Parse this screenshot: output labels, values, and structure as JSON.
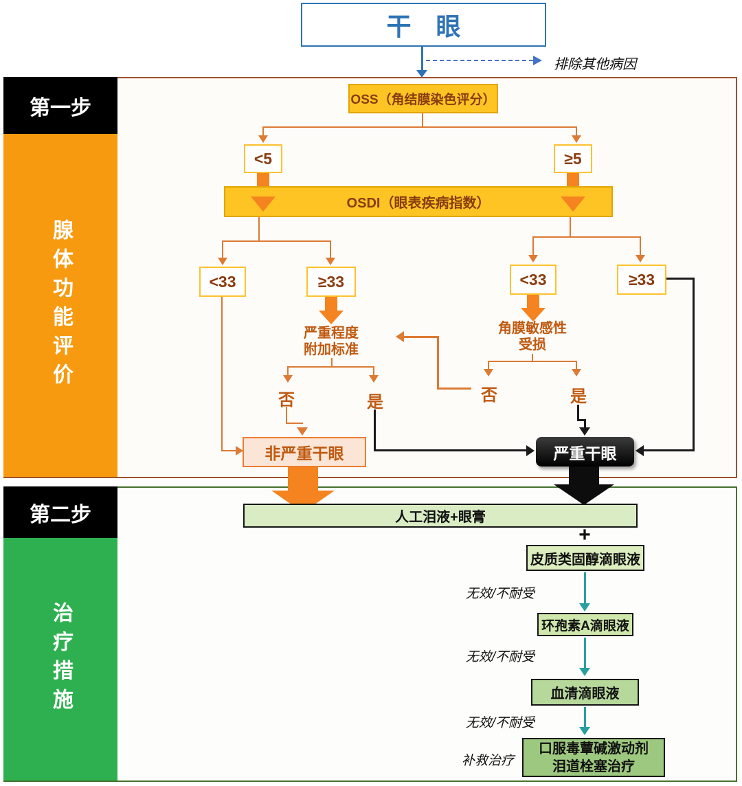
{
  "header": {
    "title": "干　眼",
    "exclude_note": "排除其他病因"
  },
  "step1": {
    "step_label": "第一步",
    "side_label": "腺体功能评价",
    "oss_label": "OSS（角结膜染色评分）",
    "oss_lt": "<5",
    "oss_ge": "≥5",
    "osdi_label": "OSDI（眼表疾病指数）",
    "osdi_lt": "<33",
    "osdi_ge": "≥33",
    "severity_criteria_line1": "严重程度",
    "severity_criteria_line2": "附加标准",
    "corneal_line1": "角膜敏感性",
    "corneal_line2": "受损",
    "no_label": "否",
    "yes_label": "是",
    "non_severe": "非严重干眼",
    "severe": "严重干眼"
  },
  "step2": {
    "step_label": "第二步",
    "side_label": "治疗措施",
    "artificial_tears": "人工泪液+眼膏",
    "plus": "+",
    "corticosteroid": "皮质类固醇滴眼液",
    "cyclosporine": "环孢素A滴眼液",
    "serum": "血清滴眼液",
    "final_line1": "口服毒蕈碱激动剂",
    "final_line2": "泪道栓塞治疗",
    "ineffective": "无效/不耐受",
    "salvage": "补救治疗"
  },
  "colors": {
    "title_blue": "#2E74B5",
    "dashed_arrow_blue": "#4472C4",
    "gold_fill": "#FEC424",
    "orange_connector": "#DD7A33",
    "orange_block_arrow": "#F5831F",
    "sidebar_orange": "#F79A10",
    "section1_border": "#A0512A",
    "non_severe_fill": "#FBE5D6",
    "non_severe_border": "#ED7D31",
    "severe_fill": "#111111",
    "sidebar_green": "#2EB050",
    "section2_border": "#44702E",
    "teal_arrow": "#2A9FA0",
    "treatment_fill_1": "#D9ECC4",
    "treatment_fill_2": "#DCEDBE",
    "treatment_fill_3": "#CFE7AC",
    "treatment_fill_4": "#B7D89B",
    "treatment_fill_5": "#9DC87F"
  }
}
